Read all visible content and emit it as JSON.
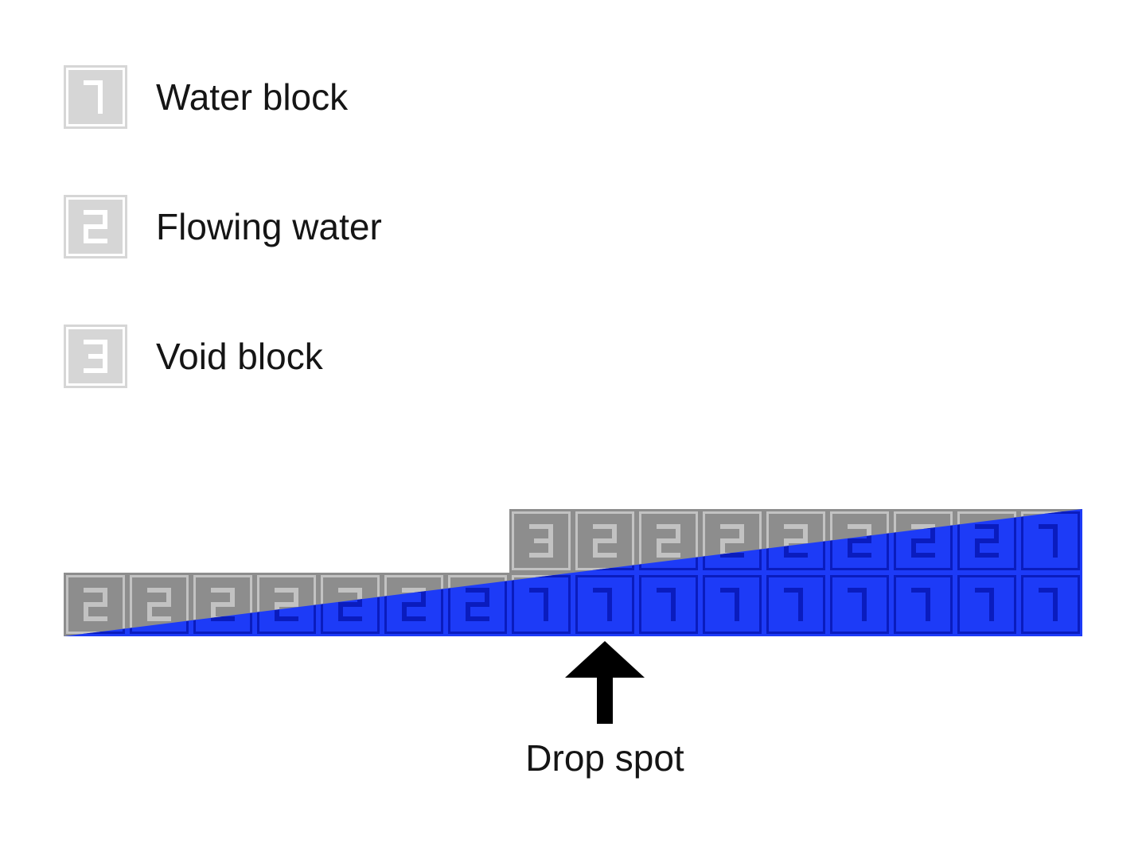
{
  "legend": {
    "items": [
      {
        "digit": "1",
        "label": "Water block"
      },
      {
        "digit": "2",
        "label": "Flowing water"
      },
      {
        "digit": "3",
        "label": "Void block"
      }
    ]
  },
  "diagram": {
    "top_row": [
      "3",
      "2",
      "2",
      "2",
      "2",
      "2",
      "2",
      "2",
      "1"
    ],
    "bottom_row": [
      "2",
      "2",
      "2",
      "2",
      "2",
      "2",
      "2",
      "1",
      "1",
      "1",
      "1",
      "1",
      "1",
      "1",
      "1",
      "1"
    ],
    "drop_label": "Drop spot",
    "icons": {
      "drop_arrow": "up-arrow"
    },
    "colors": {
      "water_fill": "#1d3bf7",
      "water_line": "#0a1cbe",
      "terrain_fill": "#8d8d8d",
      "terrain_line": "#c2c2c2",
      "legend_fill": "#d6d6d6",
      "legend_line": "#ffffff",
      "arrow": "#000000",
      "text": "#151515"
    }
  }
}
